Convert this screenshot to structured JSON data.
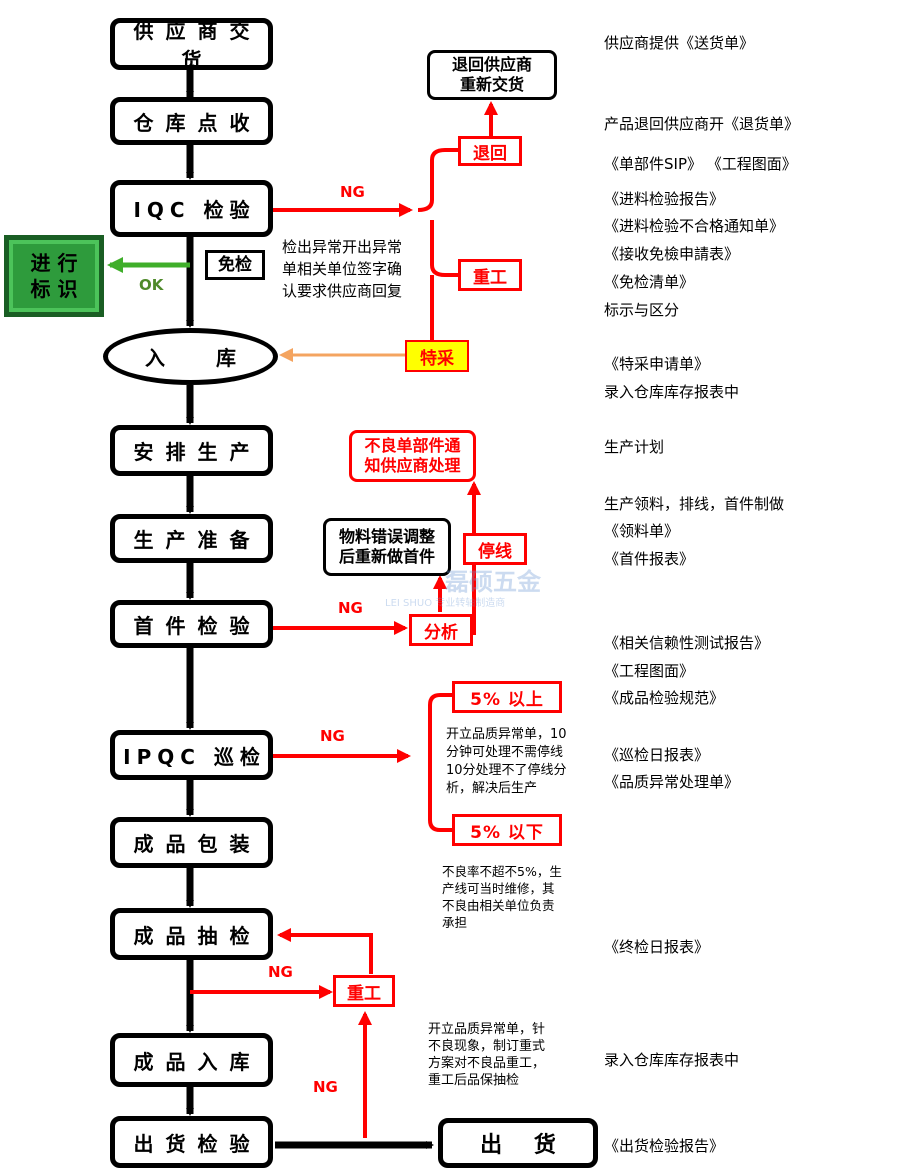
{
  "steps": {
    "supplier_delivery": "供应商交货",
    "warehouse_receive": "仓库点收",
    "iqc_inspect": "IQC 检验",
    "storage": "入 库",
    "schedule_production": "安排生产",
    "production_prep": "生产准备",
    "first_article": "首件检验",
    "ipqc_patrol": "IPQC 巡检",
    "packing": "成品包装",
    "sampling": "成品抽检",
    "fg_storage": "成品入库",
    "shipping_inspect": "出货检验",
    "ship": "出 货"
  },
  "branches": {
    "return_supplier_line1": "退回供应商",
    "return_supplier_line2": "重新交货",
    "return": "退回",
    "exempt": "免检",
    "mark_line1": "进 行",
    "mark_line2": "标 识",
    "rework": "重工",
    "special": "特采",
    "defect_notify_line1": "不良单部件通",
    "defect_notify_line2": "知供应商处理",
    "stop_line": "停线",
    "material_error_line1": "物料错误调整",
    "material_error_line2": "后重新做首件",
    "analysis": "分析",
    "above5": "5% 以上",
    "below5": "5% 以下",
    "rework2": "重工"
  },
  "labels": {
    "ng1": "NG",
    "ok": "OK",
    "ng2": "NG",
    "ng3": "NG",
    "ng4": "NG",
    "ng5": "NG"
  },
  "notes": {
    "iqc_note": [
      "检出异常开出异常",
      "单相关单位签字确",
      "认要求供应商回复"
    ],
    "ipqc_note": [
      "开立品质异常单，10",
      "分钟可处理不需停线",
      "10分处理不了停线分",
      "析，解决后生产"
    ],
    "rate_note": [
      "不良率不超不5%，生",
      "产线可当时维修，其",
      "不良由相关单位负责",
      "承担"
    ],
    "rework_note": [
      "开立品质异常单，针",
      "不良现象，制订重式",
      "方案对不良品重工，",
      "重工后品保抽检"
    ]
  },
  "documents": [
    "供应商提供《送货单》",
    "产品退回供应商开《退货单》",
    "《单部件SIP》 《工程图面》",
    "《进料检验报告》",
    "《进料检验不合格通知单》",
    "《接收免檢申請表》",
    "《免检清单》",
    "标示与区分",
    "《特采申请单》",
    "录入仓库库存报表中",
    "生产计划",
    "生产领料，排线，首件制做",
    "《领料单》",
    "《首件报表》",
    "《相关信赖性测试报告》",
    "《工程图面》",
    "《成品检验规范》",
    "《巡检日报表》",
    "《品质异常处理单》",
    "《终检日报表》",
    "录入仓库库存报表中",
    "《出货检验报告》"
  ],
  "watermark": {
    "brand": "磊硕五金",
    "sub": "LEI SHUO 专业转轴制造商"
  },
  "colors": {
    "red": "#ff0000",
    "green_box": "#2e9b3c",
    "green_arrow": "#3fae2a",
    "orange": "#f4a460",
    "yellow": "#ffff00"
  }
}
